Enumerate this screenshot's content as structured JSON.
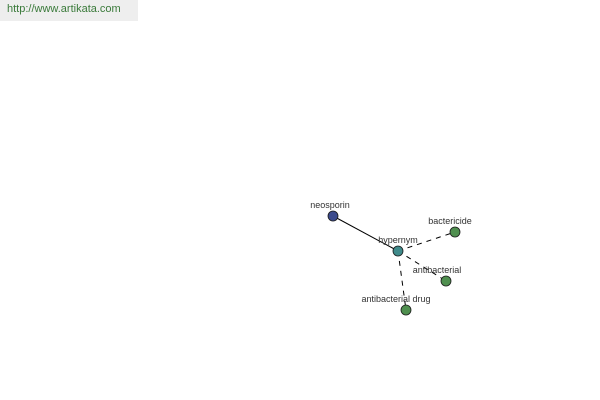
{
  "banner": {
    "url_text": "http://www.artikata.com"
  },
  "graph": {
    "nodes": [
      {
        "id": "neosporin",
        "label": "neosporin",
        "color": "#3b4a8c"
      },
      {
        "id": "hypernym",
        "label": "hypernym",
        "color": "#3f8a8a"
      },
      {
        "id": "bactericide",
        "label": "bactericide",
        "color": "#4f8f4f"
      },
      {
        "id": "antibacterial",
        "label": "antibacterial",
        "color": "#4f8f4f"
      },
      {
        "id": "antibacterial-drug",
        "label": "antibacterial drug",
        "color": "#4f8f4f"
      }
    ],
    "edges": [
      {
        "from": "neosporin",
        "to": "hypernym",
        "style": "solid"
      },
      {
        "from": "hypernym",
        "to": "bactericide",
        "style": "dashed"
      },
      {
        "from": "hypernym",
        "to": "antibacterial",
        "style": "dashed"
      },
      {
        "from": "hypernym",
        "to": "antibacterial-drug",
        "style": "dashed"
      }
    ]
  }
}
